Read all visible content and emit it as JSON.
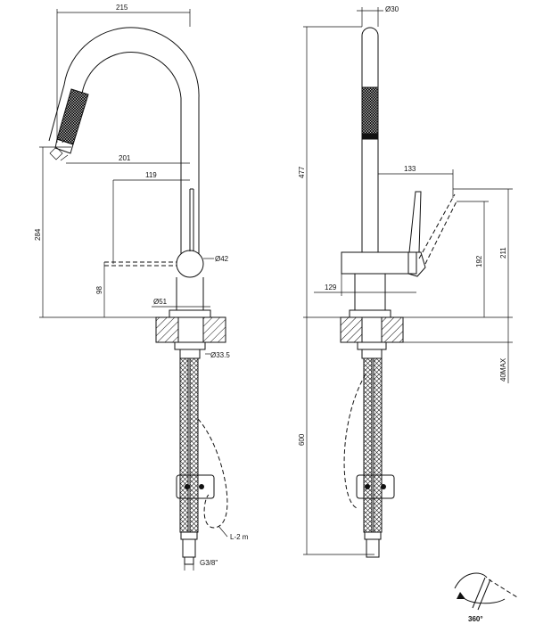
{
  "front_view": {
    "width_215": "215",
    "reach_201": "201",
    "reach_119": "119",
    "height_284": "284",
    "height_98": "98",
    "diam_42": "Ø42",
    "diam_51": "Ø51",
    "diam_33_5": "Ø33.5",
    "hose_length": "L-2 m",
    "thread": "G3/8\""
  },
  "side_view": {
    "diam_30": "Ø30",
    "reach_133": "133",
    "reach_129": "129",
    "height_477": "477",
    "height_192": "192",
    "height_211": "211",
    "depth_600": "600",
    "max_40": "40MAX"
  },
  "rotation": {
    "label": "360°"
  }
}
